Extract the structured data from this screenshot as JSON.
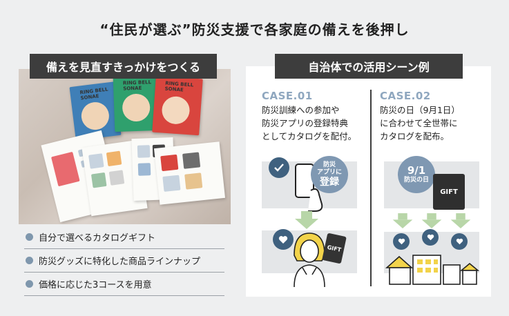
{
  "title": "“住民が選ぶ”防災支援で各家庭の備えを後押し",
  "left": {
    "banner": "備えを見直すきっかけをつくる",
    "catalog_label": "RING BELL SONAE",
    "features": [
      {
        "label": "自分で選べるカタログギフト"
      },
      {
        "label": "防災グッズに特化した商品ラインナップ"
      },
      {
        "label": "価格に応じた3コースを用意"
      }
    ]
  },
  "right": {
    "banner": "自治体での活用シーン例",
    "case1": {
      "title": "CASE.01",
      "lines": [
        "防災訓練への参加や",
        "防災アプリの登録特典",
        "としてカタログを配付。"
      ],
      "bubble_line1": "防災",
      "bubble_line2": "アプリに",
      "bubble_line3": "登録",
      "gift": "GIFT"
    },
    "case2": {
      "title": "CASE.02",
      "lines": [
        "防災の日（9月1日）",
        "に合わせて全世帯に",
        "カタログを配布。"
      ],
      "date": "9/1",
      "date_sub": "防災の日",
      "gift": "GIFT"
    }
  },
  "colors": {
    "accent": "#8fa7bf",
    "dark": "#3d3d3d",
    "navy": "#3f617f"
  }
}
